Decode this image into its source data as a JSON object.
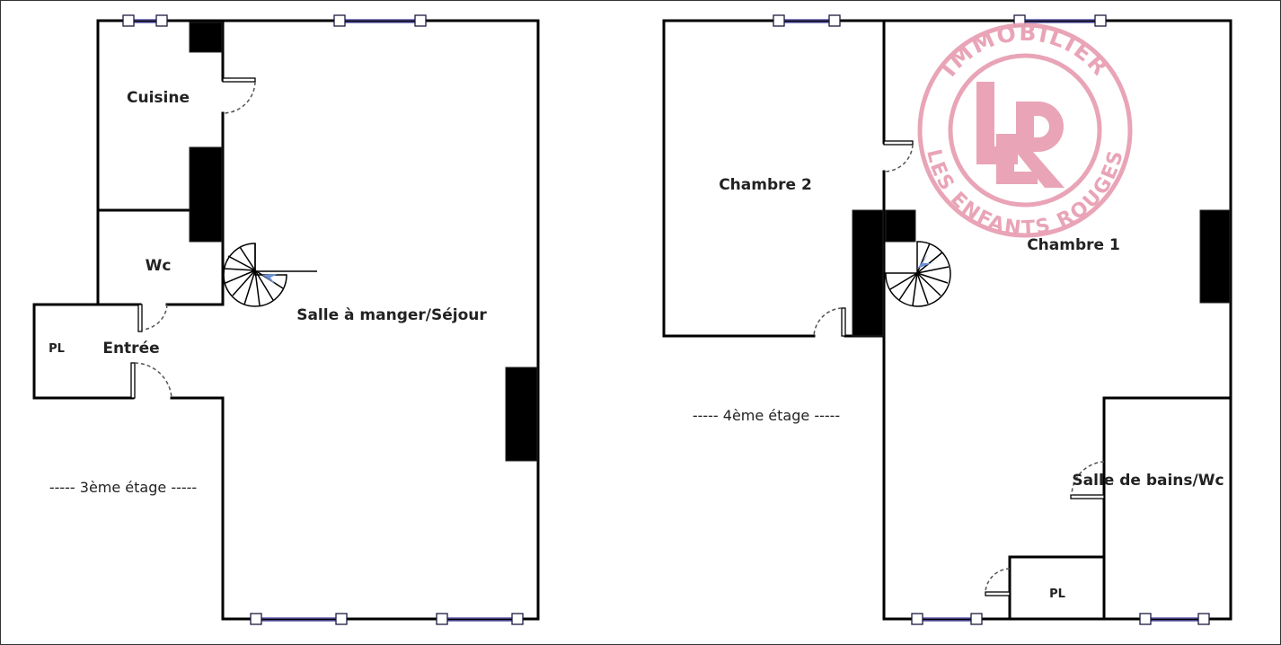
{
  "floor_3": {
    "level_label": "-----  3ème étage  -----",
    "rooms": {
      "kitchen": "Cuisine",
      "wc": "Wc",
      "closet": "PL",
      "entrance": "Entrée",
      "living": "Salle à manger/Séjour"
    }
  },
  "floor_4": {
    "level_label": "-----  4ème étage  -----",
    "rooms": {
      "bedroom_2": "Chambre 2",
      "bedroom_1": "Chambre 1",
      "bathroom": "Salle de bains/Wc",
      "closet": "PL"
    }
  },
  "watermark": {
    "top_text": "IMMOBILIER",
    "bottom_text": "LES ENFANTS ROUGES",
    "monogram": "LER",
    "color": "#e8a0b4"
  }
}
